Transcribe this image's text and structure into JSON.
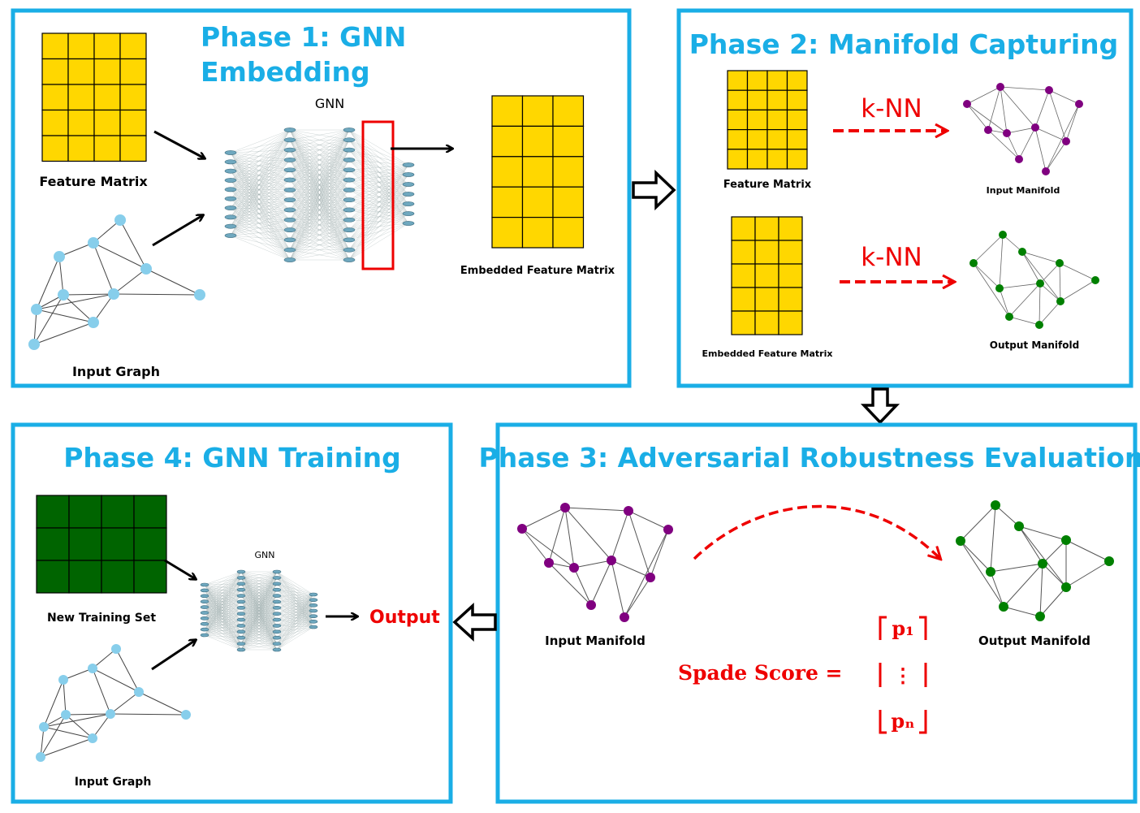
{
  "phase1": {
    "title_line1": "Phase 1: GNN",
    "title_line2": "Embedding",
    "gnn_label": "GNN",
    "feature_matrix_label": "Feature Matrix",
    "input_graph_label": "Input Graph",
    "embedded_label": "Embedded Feature Matrix"
  },
  "phase2": {
    "title": "Phase 2: Manifold Capturing",
    "knn_top": "k-NN",
    "knn_bottom": "k-NN",
    "feature_matrix_label": "Feature Matrix",
    "input_manifold_label": "Input Manifold",
    "embedded_label": "Embedded Feature Matrix",
    "output_manifold_label": "Output Manifold"
  },
  "phase3": {
    "title": "Phase 3: Adversarial Robustness Evaluation",
    "input_manifold_label": "Input Manifold",
    "output_manifold_label": "Output Manifold",
    "score_label": "Spade Score  =",
    "vec_top": "p₁",
    "vec_mid": "⋮",
    "vec_bottom": "pₙ"
  },
  "phase4": {
    "title": "Phase 4: GNN Training",
    "gnn_label": "GNN",
    "training_set_label": "New Training Set",
    "input_graph_label": "Input Graph",
    "output_label": "Output"
  },
  "colors": {
    "panel_border": "#1aaee6",
    "matrix_yellow": "#ffd700",
    "matrix_green": "#006400",
    "graph_blue": "#87ceeb",
    "manifold_purple": "#800080",
    "manifold_green": "#008000",
    "accent_red": "#ee0000"
  },
  "icons": [
    "hollow-arrow-right-icon",
    "hollow-arrow-down-icon",
    "hollow-arrow-left-icon"
  ]
}
